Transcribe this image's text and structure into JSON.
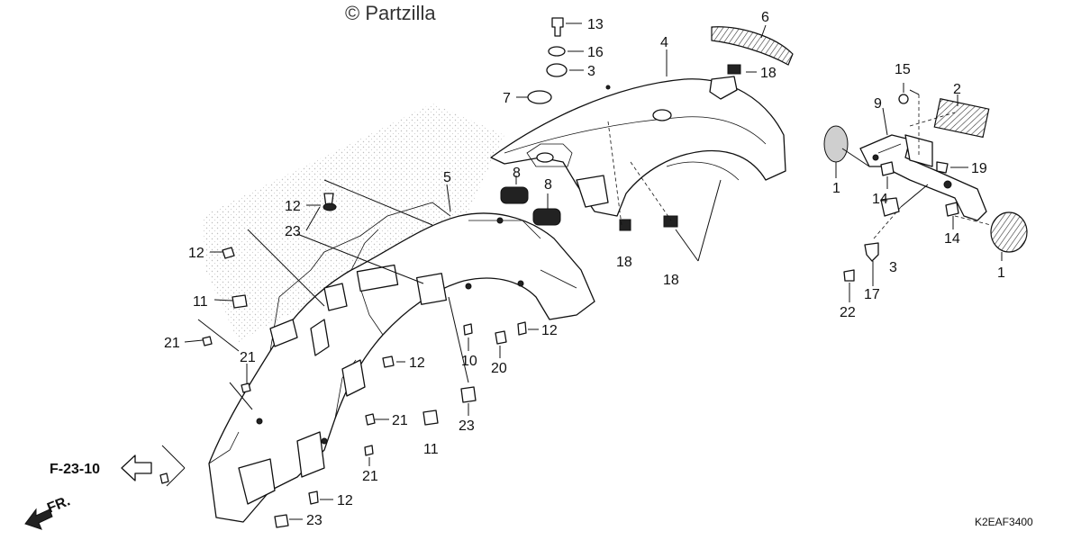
{
  "watermark": "© Partzilla",
  "diagram_code": "K2EAF3400",
  "reference": "F-23-10",
  "direction": "FR.",
  "callouts": {
    "c1a": "1",
    "c1b": "1",
    "c2": "2",
    "c3a": "3",
    "c3b": "3",
    "c4": "4",
    "c5": "5",
    "c6": "6",
    "c7": "7",
    "c8a": "8",
    "c8b": "8",
    "c9": "9",
    "c10": "10",
    "c11a": "11",
    "c11b": "11",
    "c12a": "12",
    "c12b": "12",
    "c12c": "12",
    "c12d": "12",
    "c12e": "12",
    "c13": "13",
    "c14a": "14",
    "c14b": "14",
    "c15": "15",
    "c16": "16",
    "c17": "17",
    "c18a": "18",
    "c18b": "18",
    "c18c": "18",
    "c19": "19",
    "c20": "20",
    "c21a": "21",
    "c21b": "21",
    "c21c": "21",
    "c21d": "21",
    "c22": "22",
    "c23a": "23",
    "c23b": "23",
    "c23c": "23"
  }
}
